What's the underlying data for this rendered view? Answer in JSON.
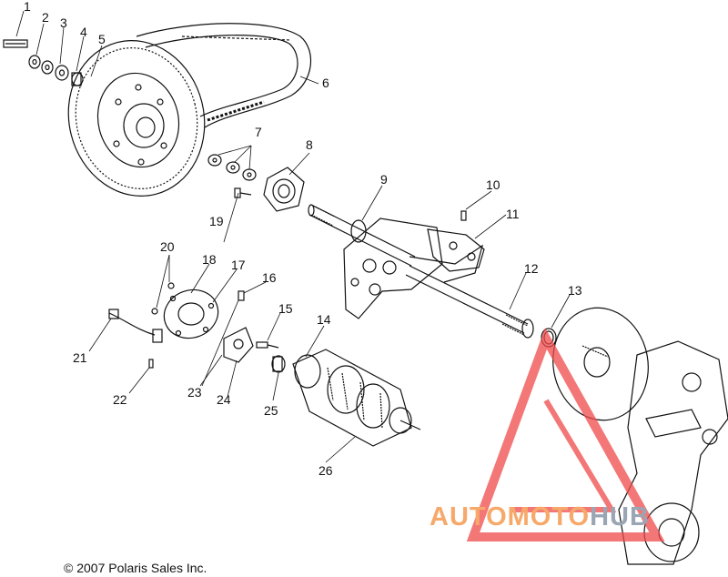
{
  "callouts": [
    {
      "number": "1"
    },
    {
      "number": "2"
    },
    {
      "number": "3"
    },
    {
      "number": "4"
    },
    {
      "number": "5"
    },
    {
      "number": "6"
    },
    {
      "number": "7"
    },
    {
      "number": "8"
    },
    {
      "number": "9"
    },
    {
      "number": "10"
    },
    {
      "number": "11"
    },
    {
      "number": "12"
    },
    {
      "number": "13"
    },
    {
      "number": "14"
    },
    {
      "number": "15"
    },
    {
      "number": "16"
    },
    {
      "number": "17"
    },
    {
      "number": "18"
    },
    {
      "number": "19"
    },
    {
      "number": "20"
    },
    {
      "number": "21"
    },
    {
      "number": "22"
    },
    {
      "number": "23"
    },
    {
      "number": "24"
    },
    {
      "number": "25"
    },
    {
      "number": "26"
    }
  ],
  "copyright": "© 2007 Polaris Sales Inc.",
  "watermark": {
    "part1": "AUTOMOTO",
    "part2": "HUB",
    "color1": "#f6a96a",
    "color2": "#9aa6b3",
    "logo_color": "#ef4a4a"
  }
}
